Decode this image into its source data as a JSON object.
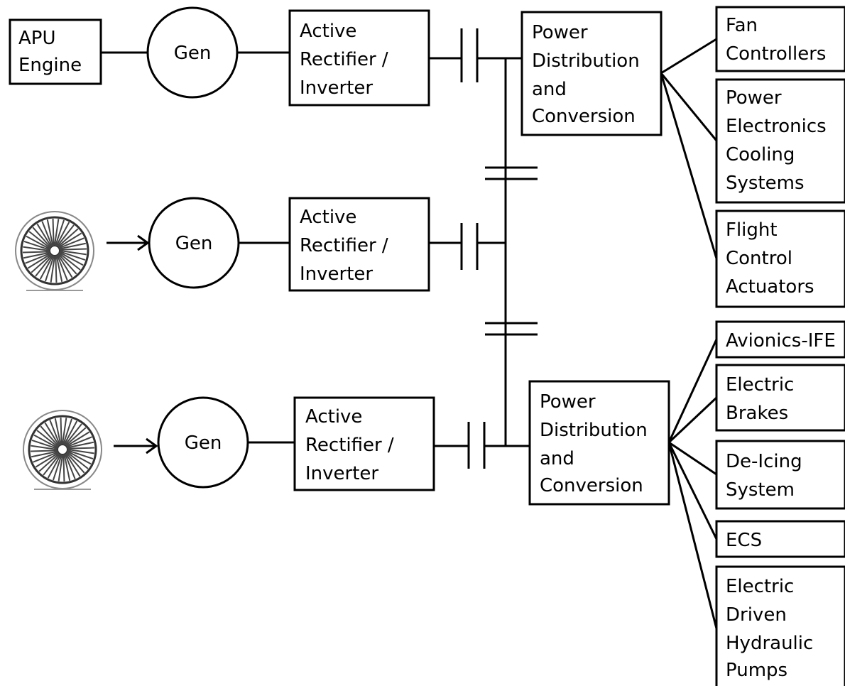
{
  "apu": {
    "line1": "APU",
    "line2": "Engine"
  },
  "gen_label": "Gen",
  "rectifiers": [
    {
      "line1": "Active",
      "line2": "Rectifier /",
      "line3": "Inverter"
    },
    {
      "line1": "Active",
      "line2": "Rectifier /",
      "line3": "Inverter"
    },
    {
      "line1": "Active",
      "line2": "Rectifier /",
      "line3": "Inverter"
    }
  ],
  "distribution": [
    {
      "line1": "Power",
      "line2": "Distribution",
      "line3": "and",
      "line4": "Conversion"
    },
    {
      "line1": "Power",
      "line2": "Distribution",
      "line3": "and",
      "line4": "Conversion"
    }
  ],
  "loads_top": [
    {
      "lines": [
        "Fan",
        "Controllers"
      ]
    },
    {
      "lines": [
        "Power",
        "Electronics",
        "Cooling",
        "Systems"
      ]
    },
    {
      "lines": [
        "Flight",
        "Control",
        "Actuators"
      ]
    }
  ],
  "loads_bottom": [
    {
      "lines": [
        "Avionics-IFE"
      ]
    },
    {
      "lines": [
        "Electric",
        "Brakes"
      ]
    },
    {
      "lines": [
        "De-Icing",
        "System"
      ]
    },
    {
      "lines": [
        "ECS"
      ]
    },
    {
      "lines": [
        "Electric",
        "Driven",
        "Hydraulic",
        "Pumps"
      ]
    }
  ],
  "icons": [
    "turbofan-engine-icon",
    "arrow-right-icon"
  ]
}
